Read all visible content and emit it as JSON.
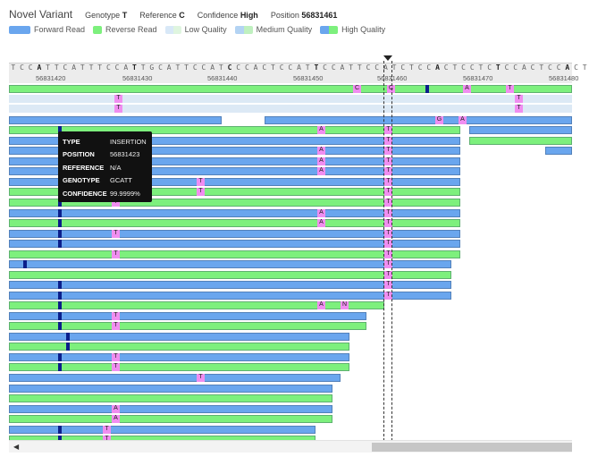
{
  "header": {
    "title": "Novel Variant",
    "genotype_label": "Genotype",
    "genotype_value": "T",
    "reference_label": "Reference",
    "reference_value": "C",
    "confidence_label": "Confidence",
    "confidence_value": "High",
    "position_label": "Position",
    "position_value": "56831461"
  },
  "legend": [
    {
      "label": "Forward Read",
      "color": "#6aa6ee"
    },
    {
      "label": "Reverse Read",
      "color": "#7df07d"
    },
    {
      "label": "Low Quality",
      "color": "#cfe3f6"
    },
    {
      "label": "Medium Quality",
      "color": "#b3d3f3"
    },
    {
      "label": "High Quality",
      "color": "#6aa6ee"
    }
  ],
  "reference_sequence": "TCCATTCATTTCCATTGCATTCCATCCCACTCCATTCCATTCCATCTCCACTCCTCTCCACTCCACT",
  "bold_bases": [
    3,
    14,
    25,
    35,
    49,
    56,
    64
  ],
  "ruler_ticks": [
    "56831420",
    "56831430",
    "56831440",
    "56831450",
    "56831460",
    "56831470",
    "56831480"
  ],
  "tooltip": {
    "type_label": "TYPE",
    "type_value": "INSERTION",
    "position_label": "POSITION",
    "position_value": "56831423",
    "reference_label": "REFERENCE",
    "reference_value": "N/A",
    "genotype_label": "GENOTYPE",
    "genotype_value": "GCATT",
    "confidence_label": "CONFIDENCE",
    "confidence_value": "99.9999%"
  },
  "colors": {
    "forward": "#6aa6ee",
    "reverse": "#7df07d",
    "low_quality": "#dce9f5",
    "medium_quality": "#c9e6c9",
    "mismatch": "#f08ef0",
    "insertion": "#0b1f8a"
  },
  "scrollbar": {
    "left_arrow": "◀"
  }
}
